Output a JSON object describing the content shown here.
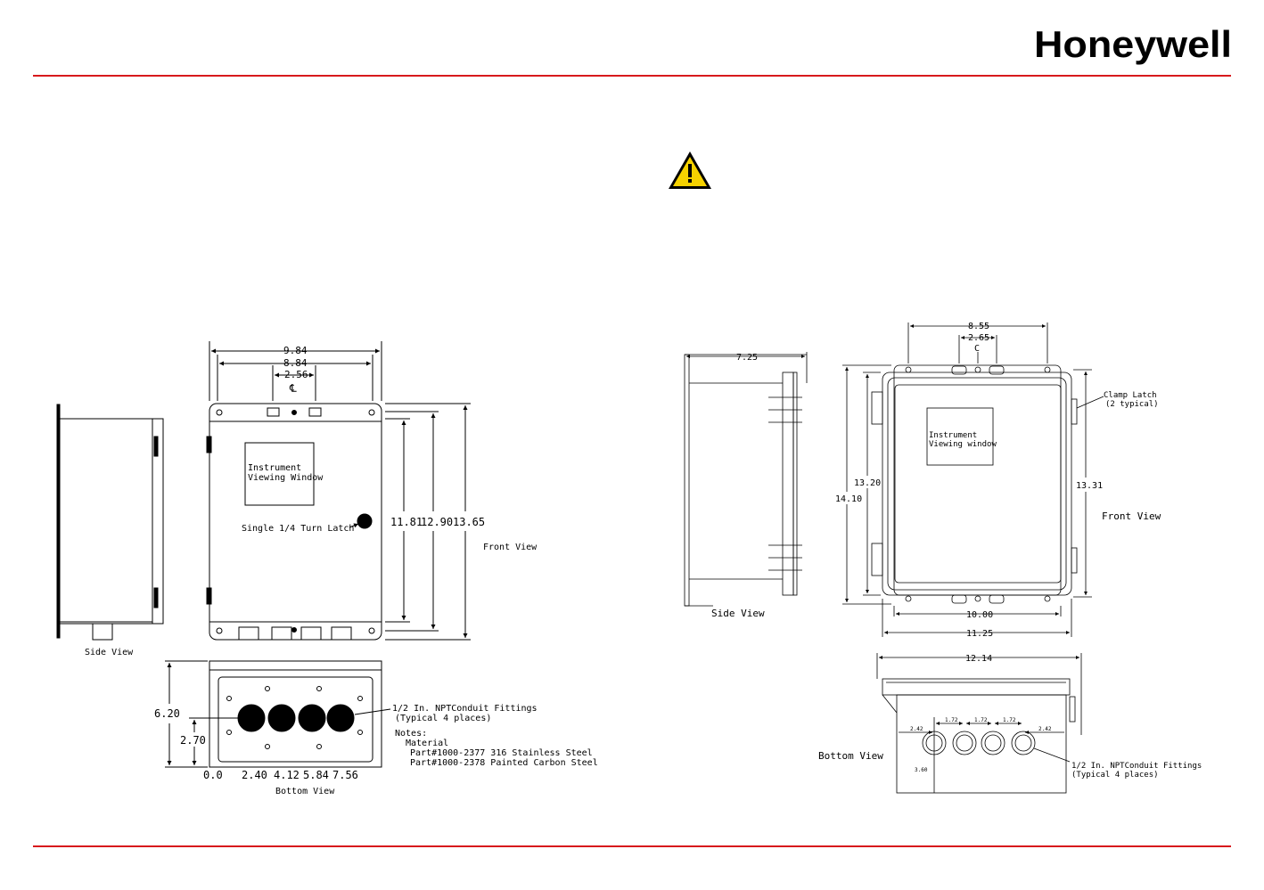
{
  "brand": {
    "name": "Honeywell",
    "color": "#d7191c"
  },
  "colors": {
    "rule": "#d7191c",
    "warning_fill": "#f6d200",
    "line": "#000000"
  },
  "icons": {
    "warning": "warning-triangle-icon"
  },
  "left_drawing": {
    "dims": {
      "width_outer": "9.84",
      "width_inner": "8.84",
      "center_spacing": "2.56",
      "centerline": "℄",
      "h1": "11.81",
      "h2": "12.90",
      "h3": "13.65",
      "bottom_depth": "6.20",
      "bottom_row": "2.70"
    },
    "labels": {
      "window_line1": "Instrument",
      "window_line2": "Viewing Window",
      "latch": "Single 1/4 Turn Latch",
      "front_view": "Front View",
      "side_view": "Side View",
      "bottom_view": "Bottom View",
      "fittings_line1": "1/2 In. NPTConduit Fittings",
      "fittings_line2": "(Typical 4 places)",
      "notes": "Notes:",
      "material": "Material",
      "part1": "Part#1000-2377 316 Stainless Steel",
      "part2": "Part#1000-2378 Painted Carbon Steel"
    },
    "bottom_ticks": [
      "0.0",
      "2.40",
      "4.12",
      "5.84",
      "7.56"
    ]
  },
  "right_drawing": {
    "dims": {
      "top_outer": "8.55",
      "top_inner": "2.65",
      "centerline": "C",
      "side_depth": "7.25",
      "h_inner": "13.20",
      "h_outer": "14.10",
      "h_right": "13.31",
      "w_inner": "10.00",
      "w_outer": "11.25",
      "bottom_width": "12.14",
      "spacing_edge": "2.42",
      "spacing": "1.72",
      "bottom_height": "3.60"
    },
    "labels": {
      "window_line1": "Instrument",
      "window_line2": "Viewing window",
      "clamp_line1": "Clamp Latch",
      "clamp_line2": "(2 typical)",
      "front_view": "Front View",
      "side_view": "Side View",
      "bottom_view": "Bottom View",
      "fittings_line1": "1/2 In. NPTConduit Fittings",
      "fittings_line2": "(Typical 4 places)"
    }
  }
}
